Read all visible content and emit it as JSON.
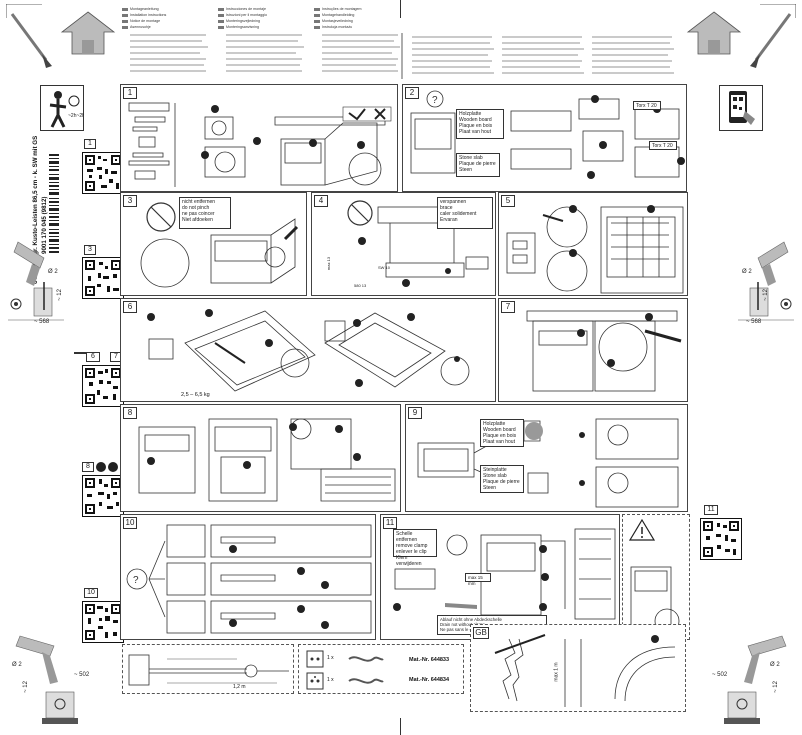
{
  "document": {
    "side_title_line1": "640 B Integr. Kusto-Leisten 86,5 cm - k. SW mit GS",
    "side_title_line2": "9001 170 045 (9812)",
    "header_lines": [
      "Montageanleitung",
      "Instrucciones de montaje",
      "Instruções de montagem",
      "Installation instructions",
      "Istruzioni per il montaggio",
      "Montagehandleiding",
      "Notice de montage",
      "Monteringsvejledning",
      "Montasjeveiledning",
      "Asennusohje",
      "Monteringsanvisning",
      "Instrukcja montażu"
    ]
  },
  "panel_labels": [
    "1",
    "2",
    "3",
    "4",
    "5",
    "6",
    "7",
    "8",
    "9",
    "10",
    "11",
    "GB"
  ],
  "qr_labels": [
    "1",
    "3",
    "6",
    "8",
    "10",
    "11"
  ],
  "panel2": {
    "material_box": [
      "Holzplatte",
      "Wooden board",
      "Plaque en bois",
      "Plaat van hout"
    ],
    "stone_box": [
      "Stone slab",
      "Plaque de pierre",
      "Steen"
    ],
    "torx_1": "Torx T 20",
    "torx_2": "Torx T 20"
  },
  "panel3": {
    "note_box": [
      "nicht entfernen",
      "do not pinch",
      "ne pas coincer",
      "Niet afdoeken"
    ]
  },
  "panel4": {
    "note_box": [
      "verspannen",
      "brace",
      "caler solidement",
      "Ervaran"
    ],
    "dim_1": "max 13",
    "dim_2": "SW 10",
    "dim_3": "580 13"
  },
  "panel6": {
    "weight": "2,5 – 6,5 kg"
  },
  "panel9": {
    "wood_box": [
      "Holzplatte",
      "Wooden board",
      "Plaque en bois",
      "Plaat van hout"
    ],
    "stone_box": [
      "Steinplatte",
      "Stone slab",
      "Plaque de pierre",
      "Steen"
    ]
  },
  "panel11": {
    "note_box": [
      "Schelle entfernen",
      "remove clamp",
      "enlever le clip",
      "Klem verwijderen"
    ],
    "dim": "max 15 mm",
    "warning_text": [
      "Ablauf nicht ohne Abdeckschelle",
      "Drain not without clamp",
      "Ne pas sans le collier"
    ]
  },
  "accessory_strip": {
    "mat_nr_1": "Mat.-Nr. 644833",
    "mat_nr_2": "Mat.-Nr. 644834",
    "times_1": "1 x",
    "times_2": "1 x",
    "length_1": "1,2 m"
  },
  "gb_panel": {
    "dim": "max 1 m"
  },
  "corner_dims": {
    "dia_left": "Ø 2",
    "depth_left": "~ 12",
    "dist_left": "~ 568",
    "dia_right": "Ø 2",
    "depth_right": "~ 12",
    "dist_right": "~ 568",
    "bl_dia": "Ø 2",
    "bl_depth": "~ 12",
    "bl_dist": "~ 502",
    "br_dia": "Ø 2",
    "br_depth": "~ 12",
    "br_dist": "~ 502"
  },
  "panel6_badge": "6"
}
